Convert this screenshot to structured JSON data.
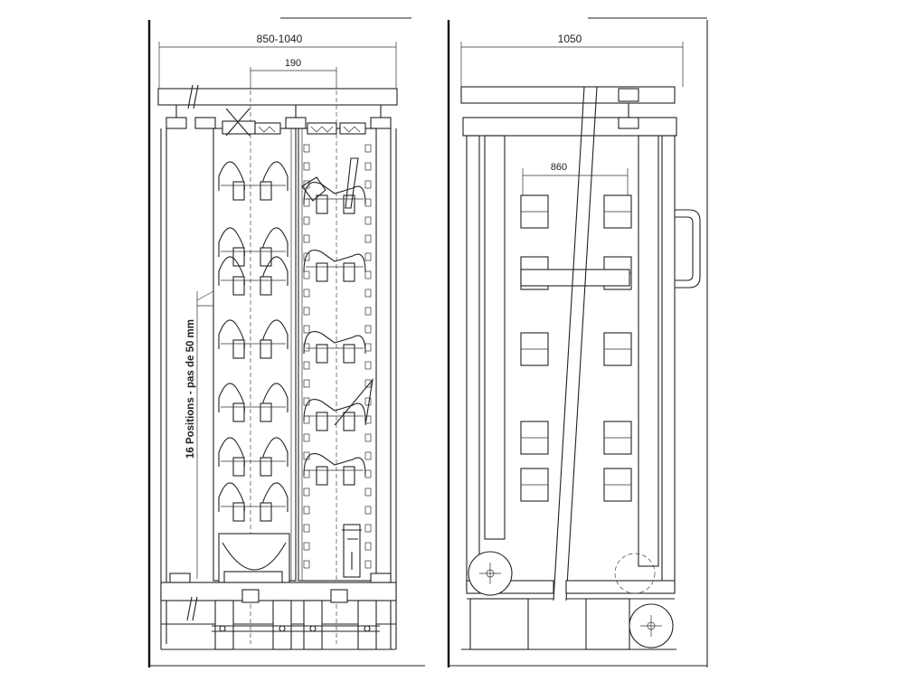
{
  "front_view": {
    "overall_width_label": "850-1040",
    "inner_spacing_label": "190",
    "positions_note": "16 Positions - pas de 50 mm"
  },
  "side_view": {
    "overall_depth_label": "1050",
    "inner_width_label": "860"
  }
}
